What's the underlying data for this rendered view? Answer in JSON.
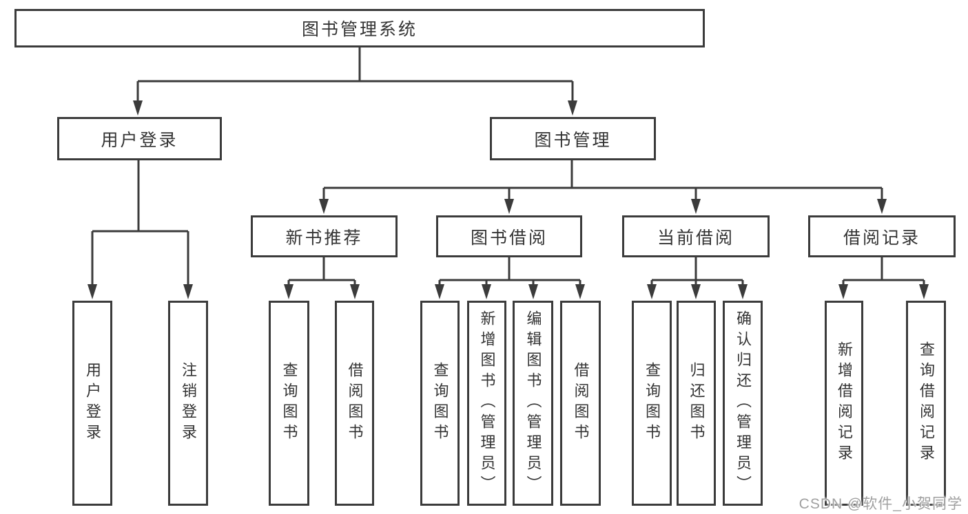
{
  "colors": {
    "line": "#3b3b3b",
    "text": "#333333",
    "box_background": "#ffffff",
    "watermark": "#a0a0a0"
  },
  "tree": {
    "root": {
      "label": "图书管理系统"
    },
    "branches": [
      {
        "label": "用户登录",
        "children": [
          {
            "label": "用户登录"
          },
          {
            "label": "注销登录"
          }
        ]
      },
      {
        "label": "图书管理",
        "children": [
          {
            "label": "新书推荐",
            "children": [
              {
                "label": "查询图书"
              },
              {
                "label": "借阅图书"
              }
            ]
          },
          {
            "label": "图书借阅",
            "children": [
              {
                "label": "查询图书"
              },
              {
                "label": "新增图书（管理员）"
              },
              {
                "label": "编辑图书（管理员）"
              },
              {
                "label": "借阅图书"
              }
            ]
          },
          {
            "label": "当前借阅",
            "children": [
              {
                "label": "查询图书"
              },
              {
                "label": "归还图书"
              },
              {
                "label": "确认归还（管理员）"
              }
            ]
          },
          {
            "label": "借阅记录",
            "children": [
              {
                "label": "新增借阅记录"
              },
              {
                "label": "查询借阅记录"
              }
            ]
          }
        ]
      }
    ]
  },
  "watermark": {
    "text": "CSDN @软件_小贺同学"
  }
}
